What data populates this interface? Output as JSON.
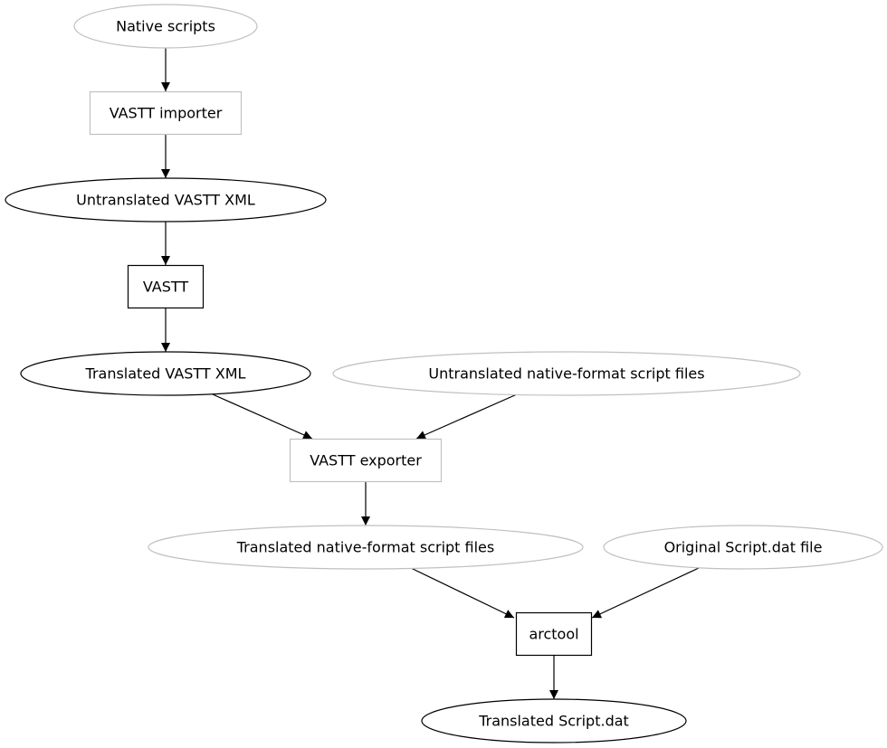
{
  "diagram": {
    "nodes": [
      {
        "id": "native-scripts",
        "label": "Native scripts",
        "shape": "ellipse",
        "style": "gray"
      },
      {
        "id": "vastt-importer",
        "label": "VASTT importer",
        "shape": "box",
        "style": "gray"
      },
      {
        "id": "untranslated-vastt-xml",
        "label": "Untranslated VASTT XML",
        "shape": "ellipse",
        "style": "black"
      },
      {
        "id": "vastt",
        "label": "VASTT",
        "shape": "box",
        "style": "black"
      },
      {
        "id": "translated-vastt-xml",
        "label": "Translated VASTT XML",
        "shape": "ellipse",
        "style": "black"
      },
      {
        "id": "untranslated-native-files",
        "label": "Untranslated native-format script files",
        "shape": "ellipse",
        "style": "gray"
      },
      {
        "id": "vastt-exporter",
        "label": "VASTT exporter",
        "shape": "box",
        "style": "gray"
      },
      {
        "id": "translated-native-files",
        "label": "Translated native-format script files",
        "shape": "ellipse",
        "style": "gray"
      },
      {
        "id": "original-script-dat",
        "label": "Original Script.dat file",
        "shape": "ellipse",
        "style": "gray"
      },
      {
        "id": "arctool",
        "label": "arctool",
        "shape": "box",
        "style": "black"
      },
      {
        "id": "translated-script-dat",
        "label": "Translated Script.dat",
        "shape": "ellipse",
        "style": "black"
      }
    ],
    "edges": [
      {
        "from": "native-scripts",
        "to": "vastt-importer"
      },
      {
        "from": "vastt-importer",
        "to": "untranslated-vastt-xml"
      },
      {
        "from": "untranslated-vastt-xml",
        "to": "vastt"
      },
      {
        "from": "vastt",
        "to": "translated-vastt-xml"
      },
      {
        "from": "translated-vastt-xml",
        "to": "vastt-exporter"
      },
      {
        "from": "untranslated-native-files",
        "to": "vastt-exporter"
      },
      {
        "from": "vastt-exporter",
        "to": "translated-native-files"
      },
      {
        "from": "translated-native-files",
        "to": "arctool"
      },
      {
        "from": "original-script-dat",
        "to": "arctool"
      },
      {
        "from": "arctool",
        "to": "translated-script-dat"
      }
    ],
    "colors": {
      "black": "#000000",
      "gray": "#c0c0c0"
    }
  }
}
